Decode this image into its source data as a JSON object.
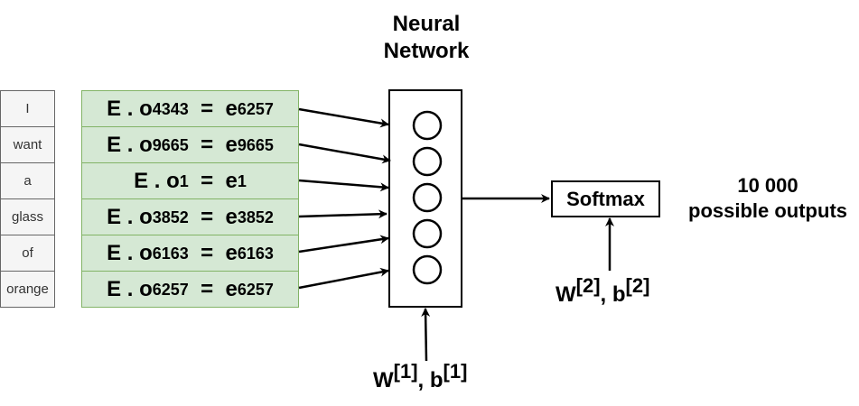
{
  "title_line1": "Neural",
  "title_line2": "Network",
  "words": [
    "I",
    "want",
    "a",
    "glass",
    "of",
    "orange"
  ],
  "embeddings": [
    {
      "lhs": "E . o",
      "idx": "4343",
      "eq": "  =  ",
      "rhs": "e",
      "ridx": "6257"
    },
    {
      "lhs": "E . o",
      "idx": "9665",
      "eq": "  =  ",
      "rhs": "e",
      "ridx": "9665"
    },
    {
      "lhs": "E . o",
      "idx": "1",
      "eq": "  =  ",
      "rhs": "e",
      "ridx": "1"
    },
    {
      "lhs": "E . o",
      "idx": "3852",
      "eq": "  =  ",
      "rhs": "e",
      "ridx": "3852"
    },
    {
      "lhs": "E . o",
      "idx": "6163",
      "eq": "  =  ",
      "rhs": "e",
      "ridx": "6163"
    },
    {
      "lhs": "E . o",
      "idx": "6257",
      "eq": "  =  ",
      "rhs": "e",
      "ridx": "6257"
    }
  ],
  "softmax_label": "Softmax",
  "outputs_line1": "10 000",
  "outputs_line2": "possible outputs",
  "param1": {
    "w": "W",
    "wsup": "[1]",
    "sep": ", b",
    "bsup": "[1]"
  },
  "param2": {
    "w": "W",
    "wsup": "[2]",
    "sep": ", b",
    "bsup": "[2]"
  },
  "colors": {
    "word_fill": "#f5f5f5",
    "word_border": "#666666",
    "emb_fill": "#d5e8d4",
    "emb_border": "#82b366"
  }
}
